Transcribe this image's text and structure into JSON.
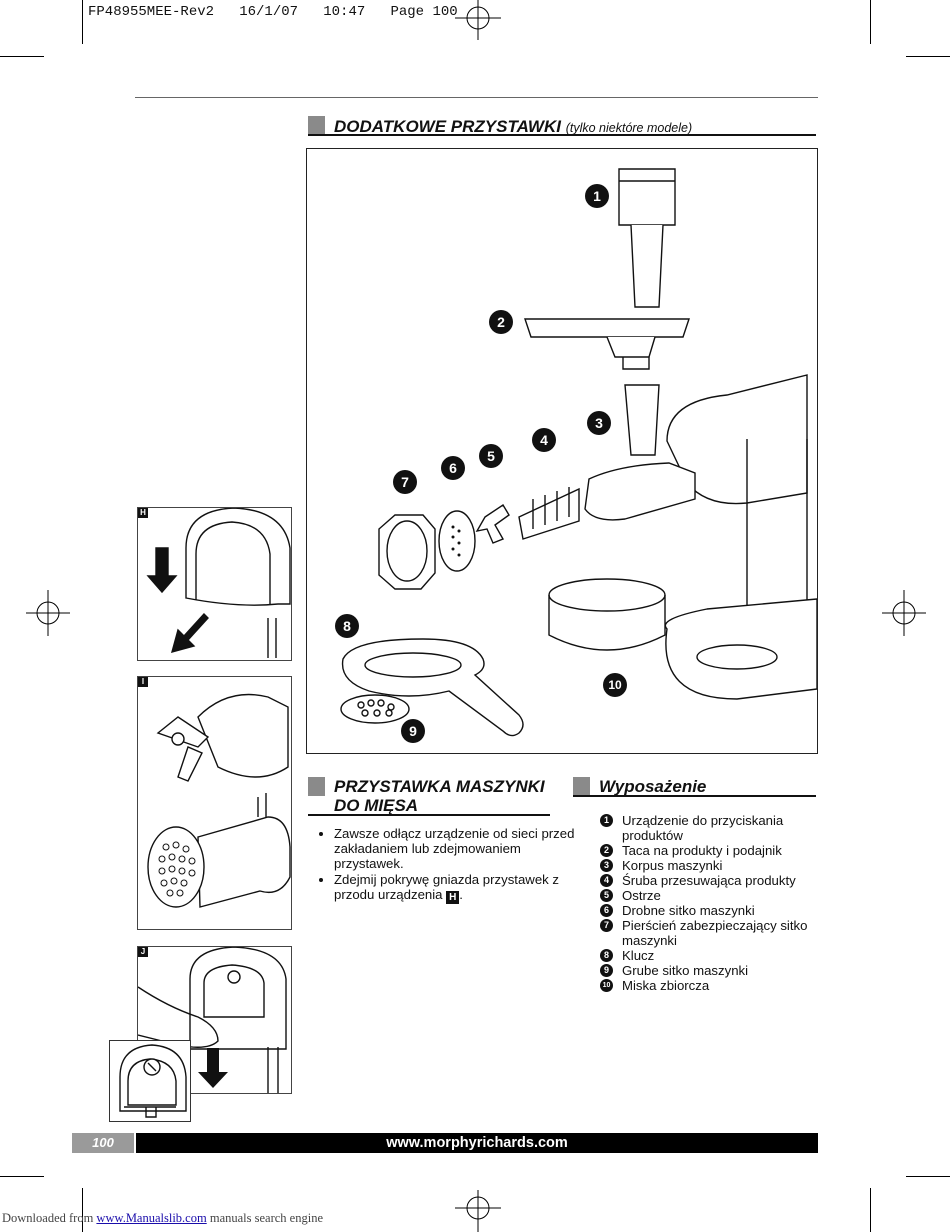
{
  "print_header": "FP48955MEE-Rev2   16/1/07   10:47   Page 100",
  "main_section": {
    "title": "DODATKOWE PRZYSTAWKI",
    "subtitle": "(tylko niektóre modele)"
  },
  "figure_labels": {
    "h": "H",
    "i": "I",
    "j": "J"
  },
  "callouts": [
    "1",
    "2",
    "3",
    "4",
    "5",
    "6",
    "7",
    "8",
    "9",
    "10"
  ],
  "mincer_section": {
    "title_line1": "PRZYSTAWKA MASZYNKI",
    "title_line2": "DO MIĘSA",
    "bullets": [
      "Zawsze odłącz urządzenie od sieci przed zakładaniem lub zdejmowaniem przystawek.",
      "Zdejmij pokrywę gniazda przystawek z przodu urządzenia"
    ],
    "ref_icon": "H",
    "end_punct": "."
  },
  "equipment_section": {
    "title": "Wyposażenie",
    "items": [
      {
        "n": "1",
        "text": "Urządzenie do przyciskania produktów"
      },
      {
        "n": "2",
        "text": "Taca na produkty i podajnik"
      },
      {
        "n": "3",
        "text": "Korpus maszynki"
      },
      {
        "n": "4",
        "text": "Śruba przesuwająca produkty"
      },
      {
        "n": "5",
        "text": "Ostrze"
      },
      {
        "n": "6",
        "text": "Drobne sitko maszynki"
      },
      {
        "n": "7",
        "text": "Pierścień zabezpieczający sitko maszynki"
      },
      {
        "n": "8",
        "text": "Klucz"
      },
      {
        "n": "9",
        "text": "Grube sitko maszynki"
      },
      {
        "n": "10",
        "text": "Miska zbiorcza"
      }
    ]
  },
  "footer": {
    "page_number": "100",
    "website": "www.morphyrichards.com"
  },
  "download_notice": {
    "prefix": "Downloaded from",
    "link": "www.Manualslib.com",
    "suffix": "manuals search engine"
  }
}
